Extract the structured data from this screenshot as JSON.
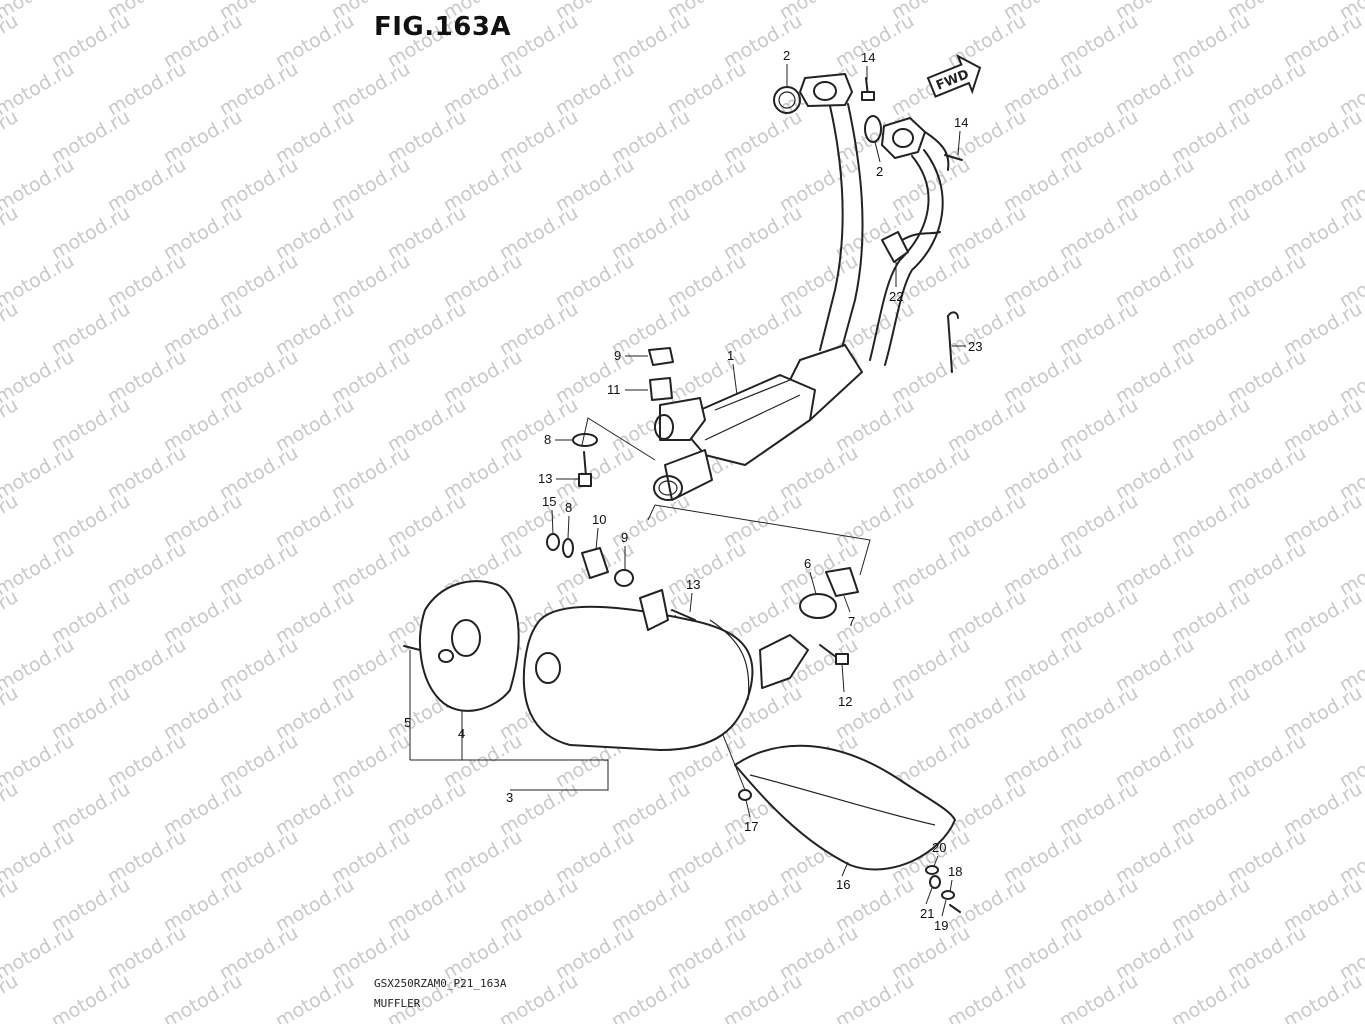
{
  "title": "FIG.163A",
  "fwd_label": "FWD",
  "watermark_text": "motod.ru",
  "footer": {
    "code": "GSX250RZAM0_P21_163A",
    "label": "MUFFLER"
  },
  "callouts": [
    "1",
    "2",
    "2",
    "3",
    "4",
    "5",
    "6",
    "7",
    "8",
    "8",
    "9",
    "9",
    "10",
    "11",
    "12",
    "13",
    "13",
    "14",
    "14",
    "15",
    "16",
    "17",
    "18",
    "19",
    "20",
    "21",
    "22",
    "23"
  ],
  "colors": {
    "ink": "#222222",
    "watermark": "#c9c9c9",
    "background": "#ffffff"
  }
}
